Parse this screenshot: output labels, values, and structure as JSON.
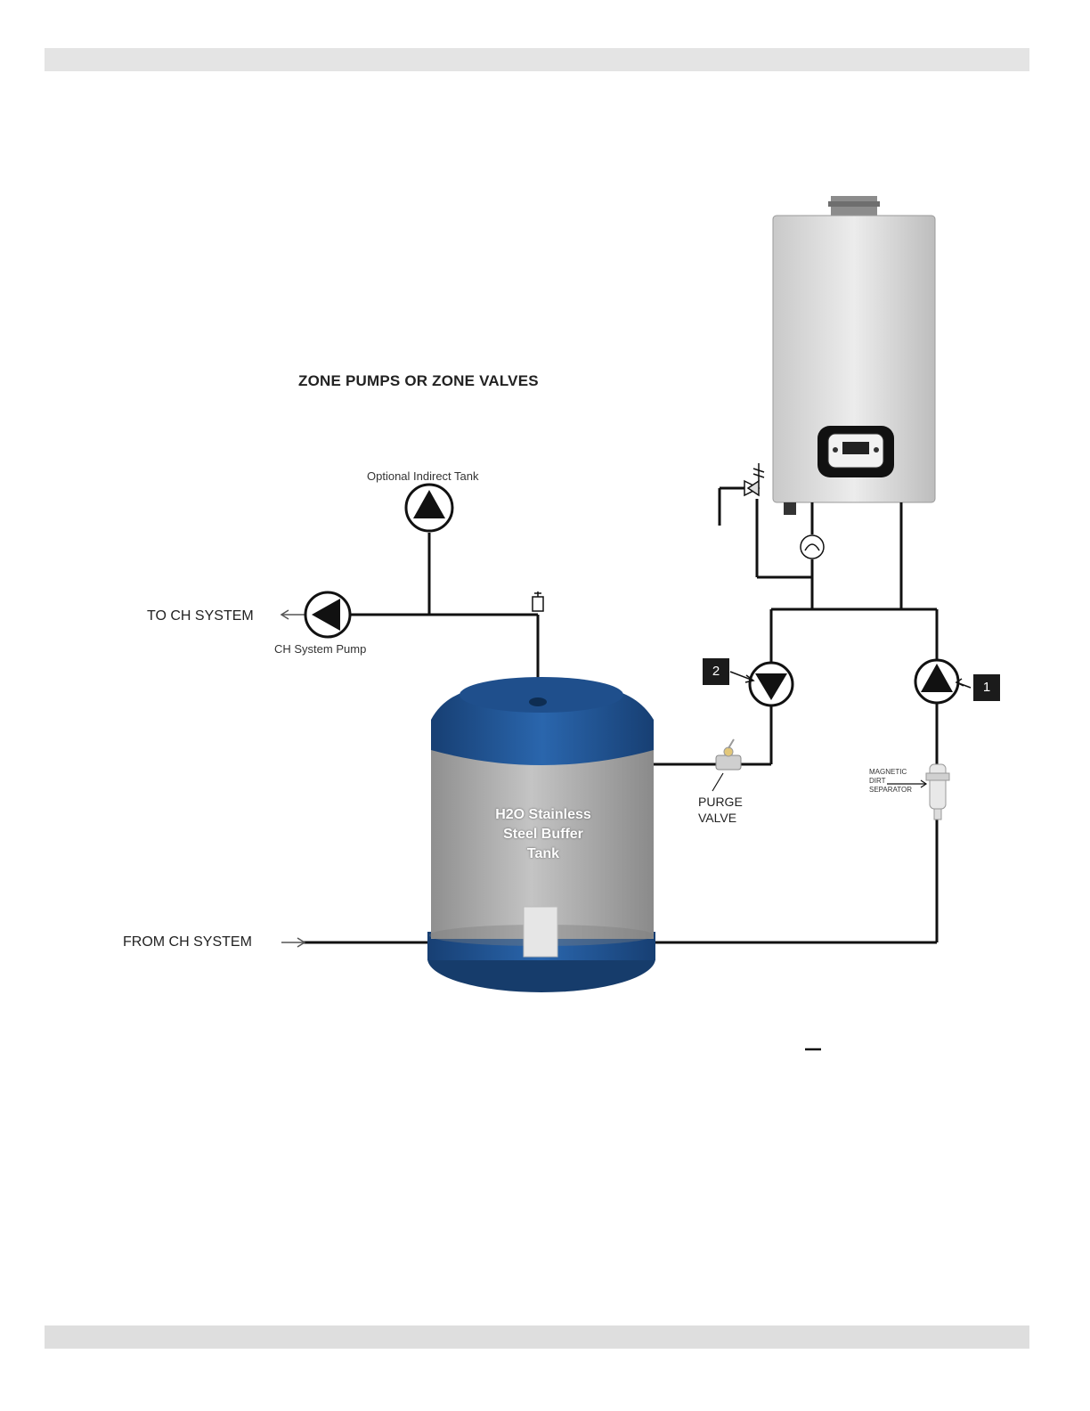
{
  "labels": {
    "heading": "ZONE PUMPS OR ZONE VALVES",
    "optional_indirect_tank": "Optional Indirect Tank",
    "to_ch_system": "TO CH SYSTEM",
    "ch_system_pump": "CH System Pump",
    "from_ch_system": "FROM CH SYSTEM",
    "purge_valve_line1": "PURGE",
    "purge_valve_line2": "VALVE",
    "dirt_sep_line1": "MAGNETIC",
    "dirt_sep_line2": "DIRT",
    "dirt_sep_line3": "SEPARATOR",
    "tank_line1": "H2O Stainless",
    "tank_line2": "Steel Buffer",
    "tank_line3": "Tank",
    "pump_badge_1": "1",
    "pump_badge_2": "2"
  },
  "colors": {
    "pipe": "#111111",
    "tank_blue": "#1d4f8c",
    "tank_body": "#a8a8a8",
    "boiler_body": "#d9d9d9",
    "header_bar": "#e4e4e4"
  },
  "icons": [
    "pump-icon",
    "check-valve-icon",
    "relief-valve-icon",
    "air-vent-icon",
    "purge-valve-icon",
    "dirt-separator-icon",
    "boiler-icon",
    "buffer-tank-icon"
  ]
}
